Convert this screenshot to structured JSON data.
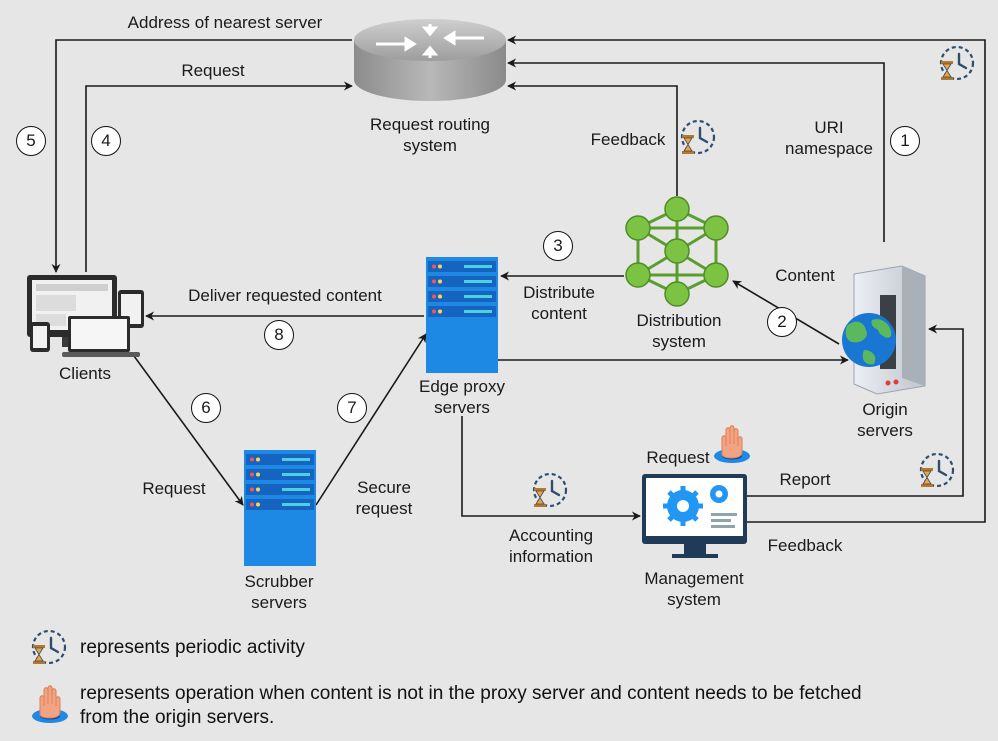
{
  "nodes": {
    "routing": "Request routing\nsystem",
    "clients": "Clients",
    "edge": "Edge proxy\nservers",
    "distribution": "Distribution\nsystem",
    "origin": "Origin\nservers",
    "scrubber": "Scrubber\nservers",
    "management": "Management\nsystem"
  },
  "edges": {
    "address": "Address of nearest server",
    "request_top": "Request",
    "feedback_dist": "Feedback",
    "uri": "URI\nnamespace",
    "distribute": "Distribute\ncontent",
    "content": "Content",
    "deliver": "Deliver requested content",
    "request_scrub": "Request",
    "secure": "Secure\nrequest",
    "accounting": "Accounting\ninformation",
    "report": "Report",
    "feedback_mgmt": "Feedback",
    "request_mgmt": "Request"
  },
  "steps": [
    "1",
    "2",
    "3",
    "4",
    "5",
    "6",
    "7",
    "8"
  ],
  "legend": {
    "periodic": "represents periodic activity",
    "fetch_line1": "represents operation when content is not in the proxy server and content needs to be fetched",
    "fetch_line2": "from the origin servers."
  },
  "icons": {
    "clock": "clock-hourglass-icon",
    "hand": "hand-touch-icon"
  },
  "colors": {
    "background": "#e6e6e6",
    "server_blue": "#1e88e5",
    "graph_green": "#7cc243",
    "line": "#1a1a1a"
  }
}
